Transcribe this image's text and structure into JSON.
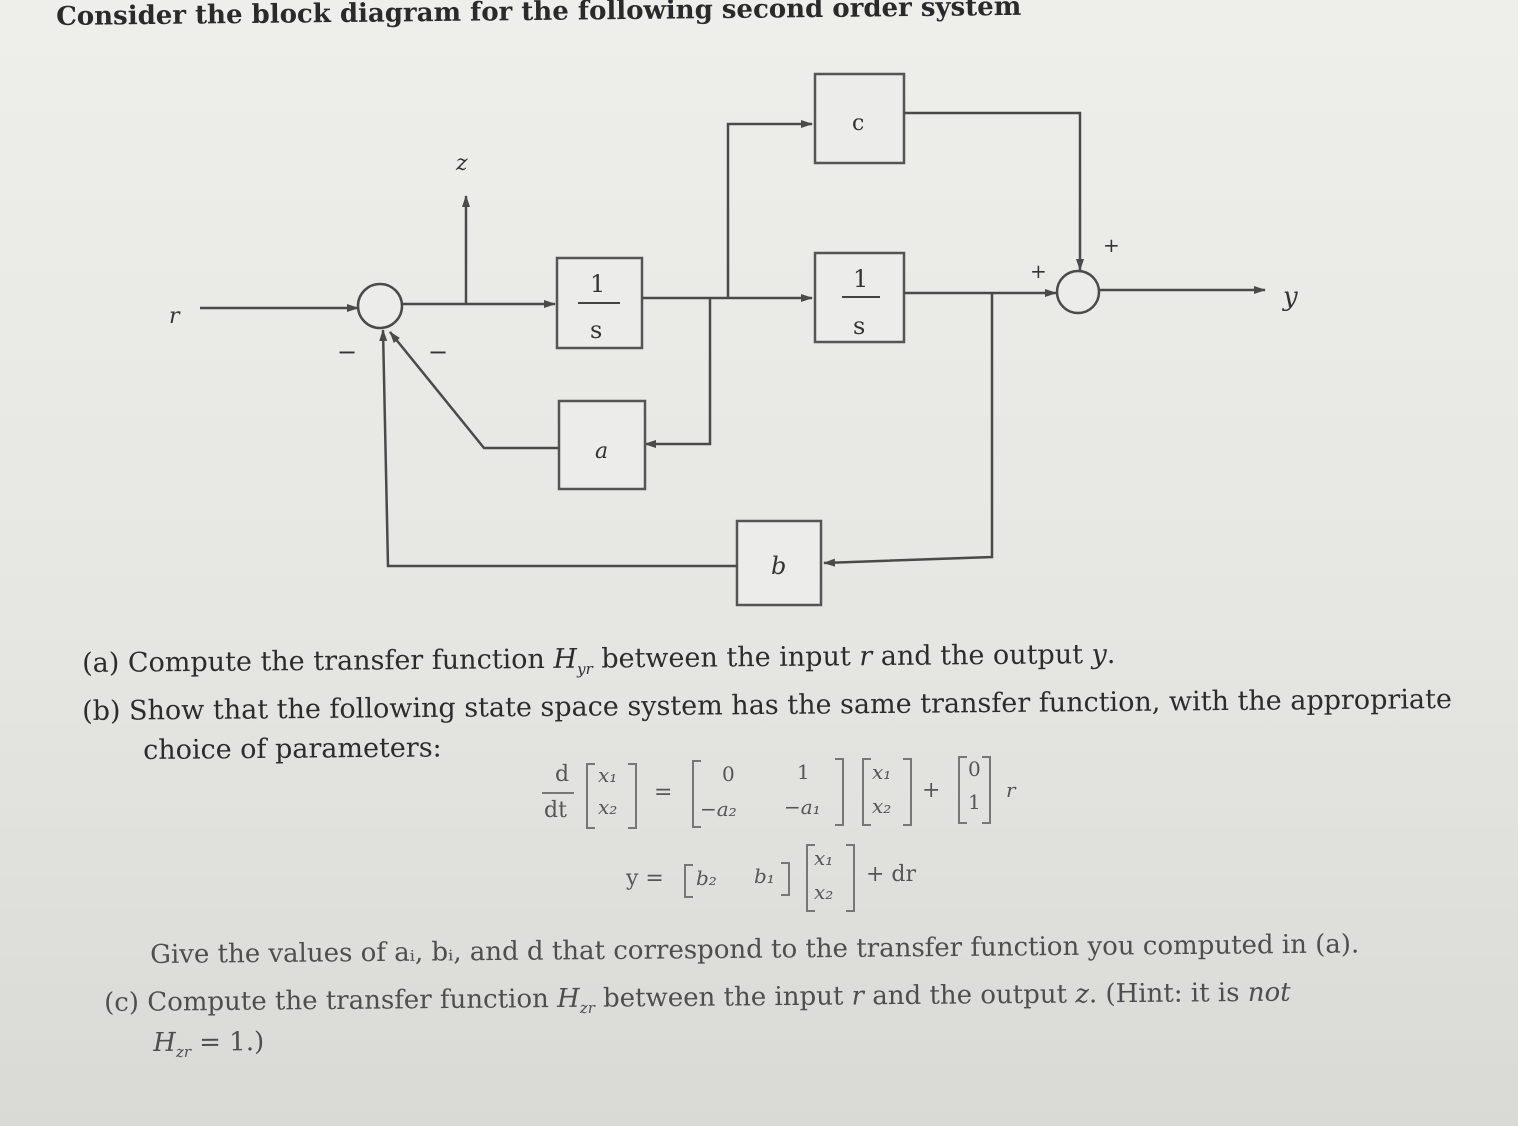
{
  "title": "Consider the block diagram for the following second order system",
  "diagram": {
    "blocks": {
      "int1_num": "1",
      "int1_den": "s",
      "int2_num": "1",
      "int2_den": "s",
      "c": "c",
      "a": "a",
      "b": "b"
    },
    "signals": {
      "input": "r",
      "output": "y",
      "tap": "z"
    },
    "signs": {
      "sum1_left": "−",
      "sum1_right": "−",
      "sum2_left": "+",
      "sum2_top": "+"
    }
  },
  "questions": {
    "a_label": "(a)",
    "a_text_pre": "Compute the transfer function ",
    "a_H": "H",
    "a_sub": "yr",
    "a_text_mid": " between the input ",
    "a_r": "r",
    "a_text_and": " and the output ",
    "a_y": "y",
    "a_end": ".",
    "b_label": "(b)",
    "b_text1": "Show that the following state space system has the same transfer function, with the appropriate",
    "b_text2": "choice of parameters:",
    "give_text": "Give the values of aᵢ, bᵢ, and d that correspond to the transfer function you computed in (a).",
    "c_label": "(c)",
    "c_text_pre": "Compute the transfer function ",
    "c_H": "H",
    "c_sub": "zr",
    "c_text_mid": " between the input ",
    "c_r": "r",
    "c_text_and": " and the output ",
    "c_z": "z",
    "c_hint": ". (Hint: it is ",
    "c_not": "not",
    "c_line2": "= 1.)"
  },
  "equations": {
    "d": "d",
    "dt": "dt",
    "x1": "x₁",
    "x2": "x₂",
    "eq": "=",
    "plus": "+",
    "A11": "0",
    "A12": "1",
    "A21": "−a₂",
    "A22": "−a₁",
    "B1": "0",
    "B2": "1",
    "r": "r",
    "y_eq": "y =",
    "C1": "b₂",
    "C2": "b₁",
    "dr": "+ dr"
  }
}
